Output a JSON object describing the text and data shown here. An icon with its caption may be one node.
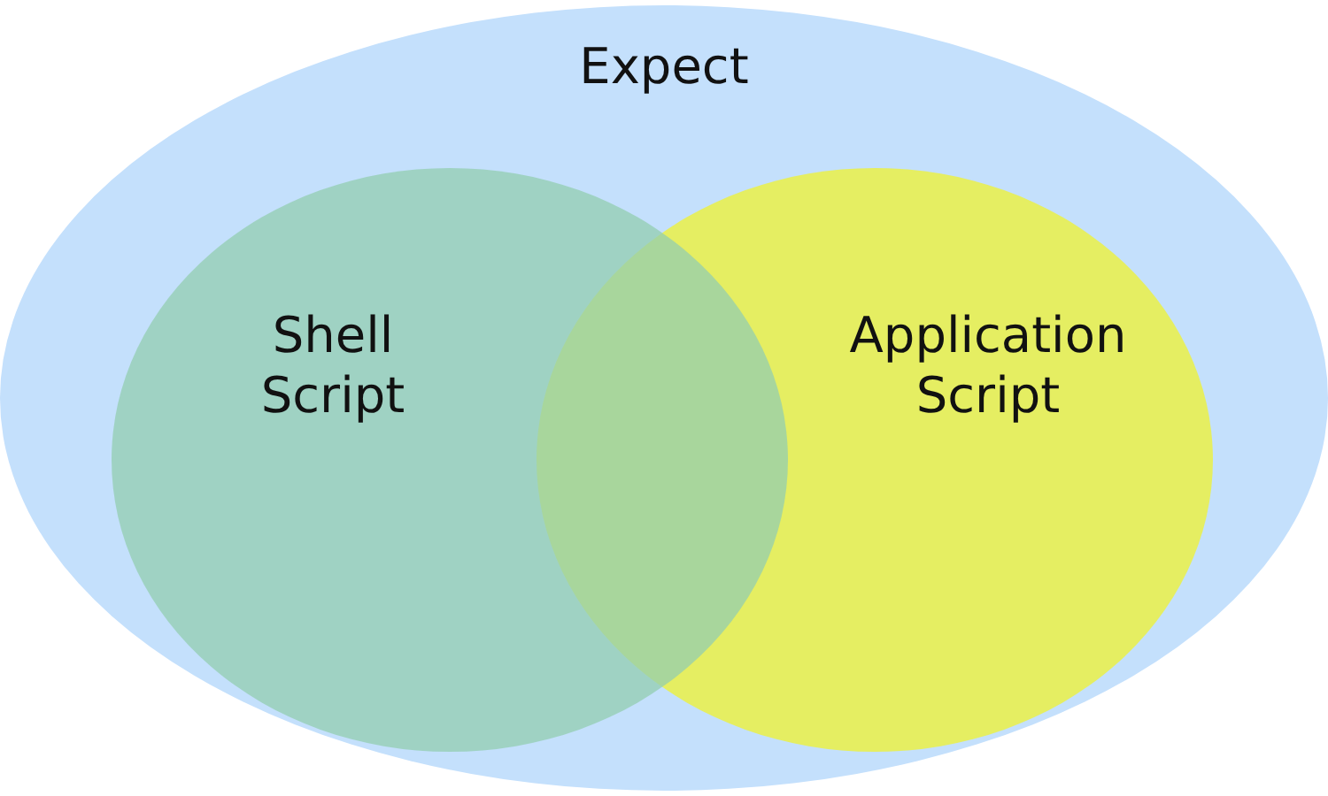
{
  "diagram": {
    "nodes": [
      {
        "text": [
          "Expect"
        ]
      },
      {
        "text": [
          "Shell Script"
        ],
        "in": 0
      },
      {
        "text": [
          "Application Script"
        ],
        "in": 0
      }
    ]
  }
}
